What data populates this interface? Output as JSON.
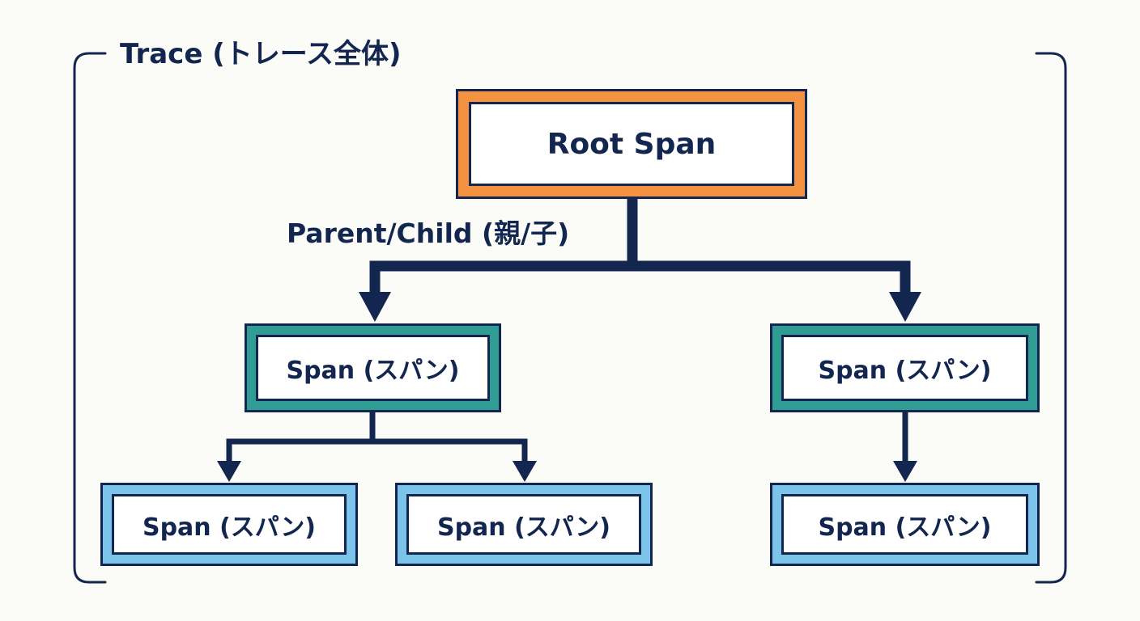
{
  "trace": {
    "title": "Trace (トレース全体)"
  },
  "edge_label": "Parent/Child (親/子)",
  "nodes": {
    "root": {
      "label": "Root Span"
    },
    "span_1a": {
      "label": "Span (スパン)"
    },
    "span_1b": {
      "label": "Span (スパン)"
    },
    "span_2a": {
      "label": "Span (スパン)"
    },
    "span_2b": {
      "label": "Span (スパン)"
    },
    "span_2c": {
      "label": "Span (スパン)"
    }
  },
  "colors": {
    "ink": "#13264f",
    "root_frame": "#f39341",
    "level1_frame": "#2f9d93",
    "level2_frame": "#7cc4e9",
    "background": "#fbfbf8"
  }
}
